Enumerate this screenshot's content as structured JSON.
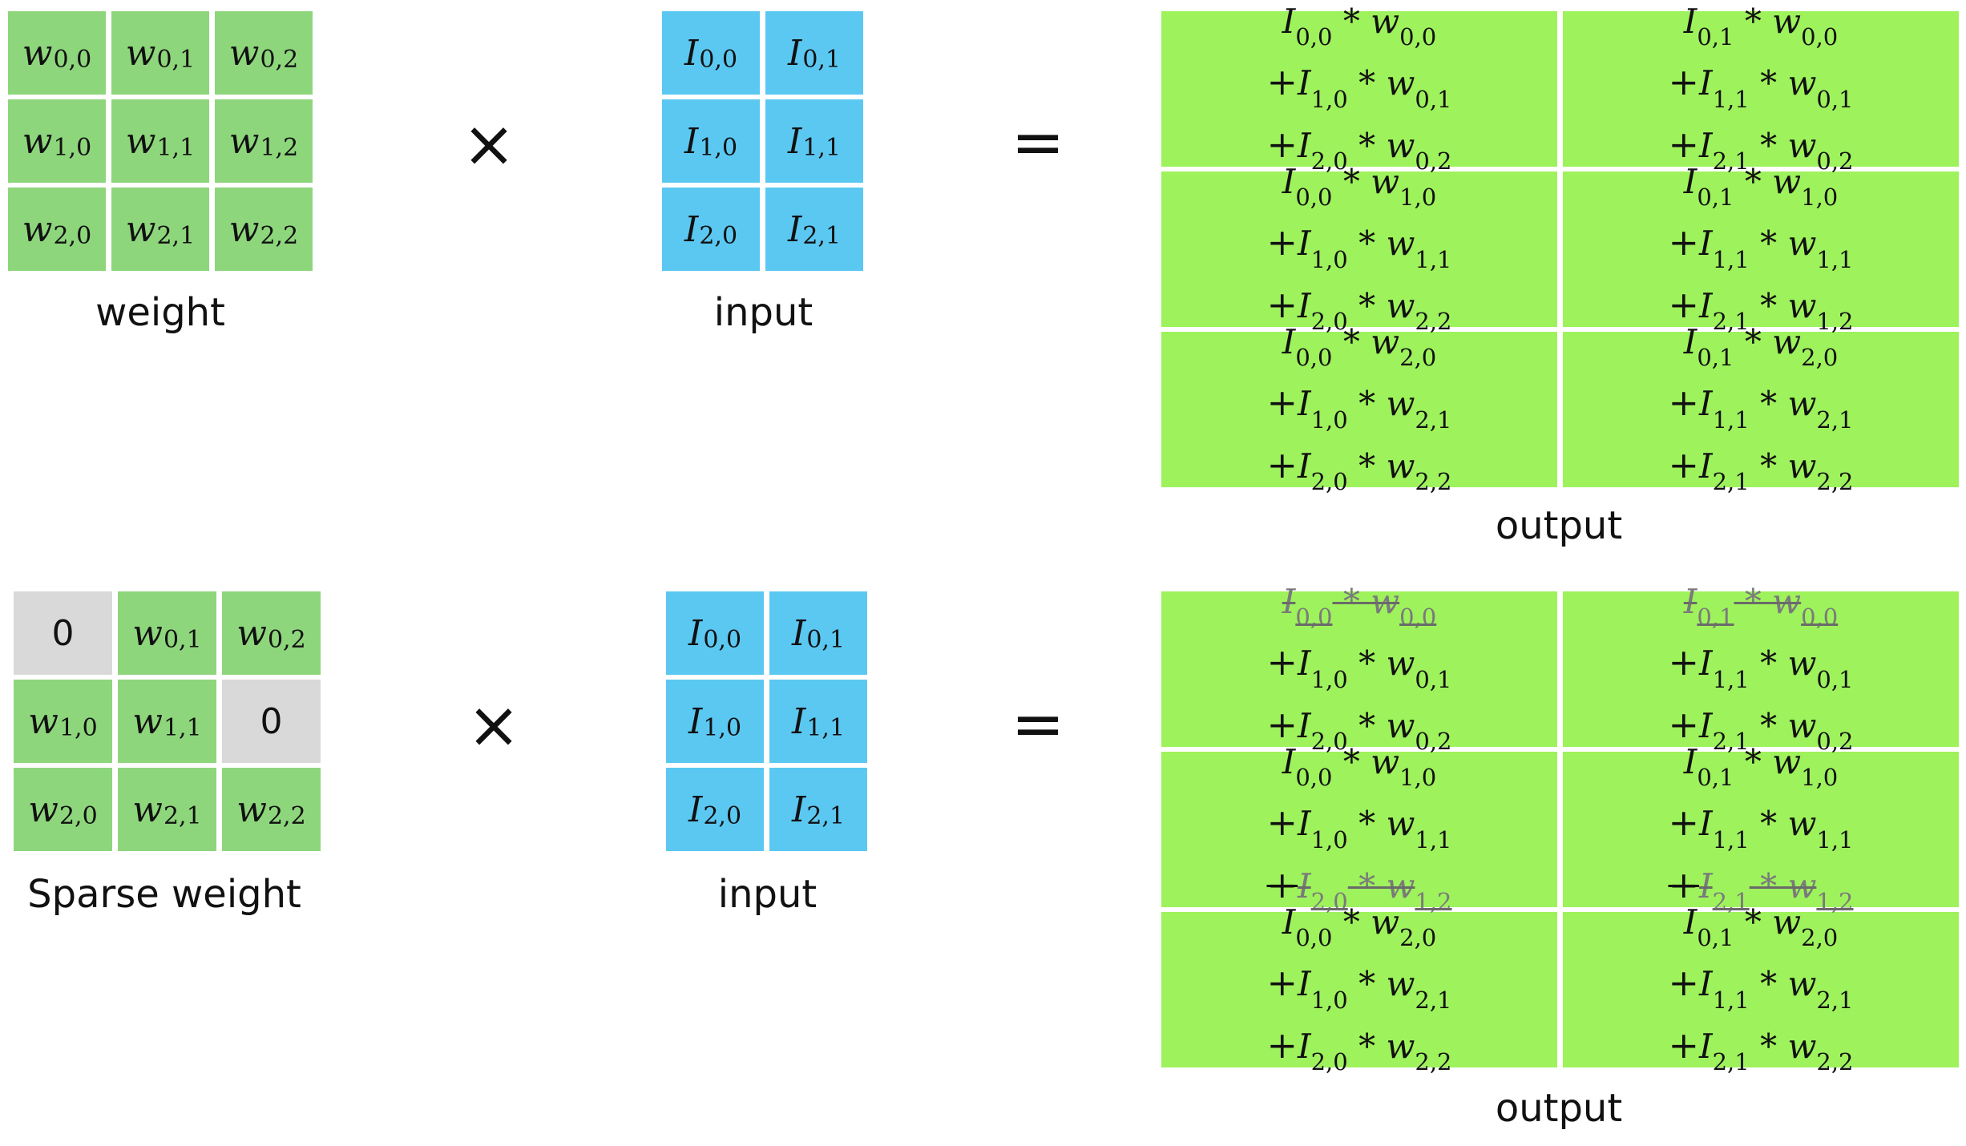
{
  "top": {
    "weight": [
      [
        "w",
        "0,0"
      ],
      [
        "w",
        "0,1"
      ],
      [
        "w",
        "0,2"
      ],
      [
        "w",
        "1,0"
      ],
      [
        "w",
        "1,1"
      ],
      [
        "w",
        "1,2"
      ],
      [
        "w",
        "2,0"
      ],
      [
        "w",
        "2,1"
      ],
      [
        "w",
        "2,2"
      ]
    ],
    "weight_label": "weight",
    "input": [
      [
        "I",
        "0,0"
      ],
      [
        "I",
        "0,1"
      ],
      [
        "I",
        "1,0"
      ],
      [
        "I",
        "1,1"
      ],
      [
        "I",
        "2,0"
      ],
      [
        "I",
        "2,1"
      ]
    ],
    "input_label": "input",
    "times": "×",
    "equals": "=",
    "output_label": "output"
  },
  "bottom": {
    "weight": [
      [
        "0",
        ""
      ],
      [
        "w",
        "0,1"
      ],
      [
        "w",
        "0,2"
      ],
      [
        "w",
        "1,0"
      ],
      [
        "w",
        "1,1"
      ],
      [
        "0",
        ""
      ],
      [
        "w",
        "2,0"
      ],
      [
        "w",
        "2,1"
      ],
      [
        "w",
        "2,2"
      ]
    ],
    "weight_zero_cells": [
      0,
      5
    ],
    "weight_label": "Sparse weight",
    "input": [
      [
        "I",
        "0,0"
      ],
      [
        "I",
        "0,1"
      ],
      [
        "I",
        "1,0"
      ],
      [
        "I",
        "1,1"
      ],
      [
        "I",
        "2,0"
      ],
      [
        "I",
        "2,1"
      ]
    ],
    "input_label": "input",
    "times": "×",
    "equals": "=",
    "output_label": "output"
  },
  "output_terms": [
    [
      [
        "0,0",
        "0,0"
      ],
      [
        "1,0",
        "0,1"
      ],
      [
        "2,0",
        "0,2"
      ]
    ],
    [
      [
        "0,1",
        "0,0"
      ],
      [
        "1,1",
        "0,1"
      ],
      [
        "2,1",
        "0,2"
      ]
    ],
    [
      [
        "0,0",
        "1,0"
      ],
      [
        "1,0",
        "1,1"
      ],
      [
        "2,0",
        "2,2"
      ]
    ],
    [
      [
        "0,1",
        "1,0"
      ],
      [
        "1,1",
        "1,1"
      ],
      [
        "2,1",
        "1,2"
      ]
    ],
    [
      [
        "0,0",
        "2,0"
      ],
      [
        "1,0",
        "2,1"
      ],
      [
        "2,0",
        "2,2"
      ]
    ],
    [
      [
        "0,1",
        "2,0"
      ],
      [
        "1,1",
        "2,1"
      ],
      [
        "2,1",
        "2,2"
      ]
    ]
  ],
  "output_terms_sparse": [
    [
      [
        "0,0",
        "0,0"
      ],
      [
        "1,0",
        "0,1"
      ],
      [
        "2,0",
        "0,2"
      ]
    ],
    [
      [
        "0,1",
        "0,0"
      ],
      [
        "1,1",
        "0,1"
      ],
      [
        "2,1",
        "0,2"
      ]
    ],
    [
      [
        "0,0",
        "1,0"
      ],
      [
        "1,0",
        "1,1"
      ],
      [
        "2,0",
        "1,2"
      ]
    ],
    [
      [
        "0,1",
        "1,0"
      ],
      [
        "1,1",
        "1,1"
      ],
      [
        "2,1",
        "1,2"
      ]
    ],
    [
      [
        "0,0",
        "2,0"
      ],
      [
        "1,0",
        "2,1"
      ],
      [
        "2,0",
        "2,2"
      ]
    ],
    [
      [
        "0,1",
        "2,0"
      ],
      [
        "1,1",
        "2,1"
      ],
      [
        "2,1",
        "2,2"
      ]
    ]
  ],
  "sparse_struck_terms": [
    [
      0,
      0
    ],
    [
      1,
      0
    ],
    [
      2,
      2
    ],
    [
      3,
      2
    ]
  ],
  "symbols": {
    "I": "I",
    "w": "w",
    "star": " * ",
    "plus": "+"
  },
  "colors": {
    "weight": "#8ed67c",
    "zero": "#d9d9d9",
    "input": "#5bc8f2",
    "output": "#9ef25c",
    "struck": "#7a7a7a"
  }
}
